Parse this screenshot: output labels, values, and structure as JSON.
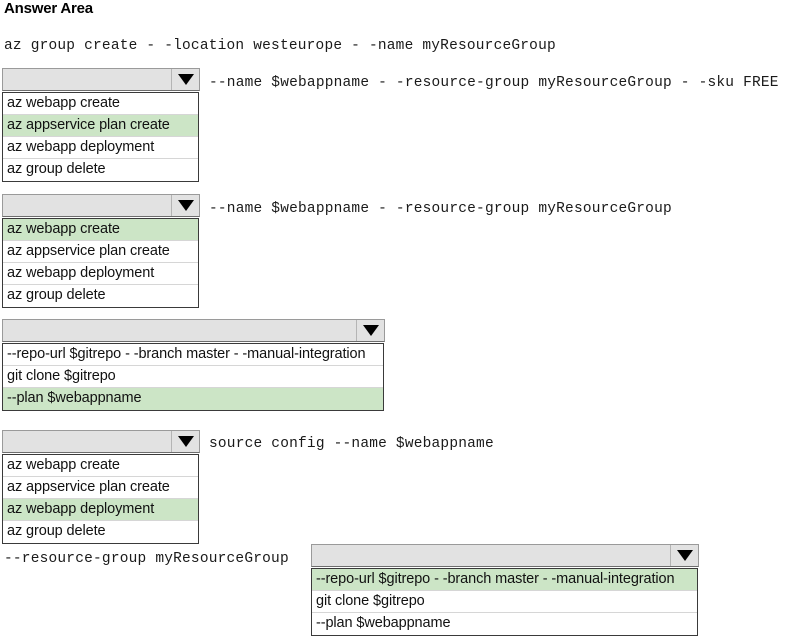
{
  "page": {
    "title": "Answer Area"
  },
  "command_lines": [
    {
      "id": "line1",
      "text": "az group create - -location westeurope - -name myResourceGroup"
    },
    {
      "id": "line2",
      "text": "--name $webappname - -resource-group myResourceGroup - -sku FREE"
    },
    {
      "id": "line3",
      "text": "--name $webappname - -resource-group myResourceGroup"
    },
    {
      "id": "line4",
      "text": "source config --name $webappname"
    },
    {
      "id": "line5",
      "text": "--resource-group myResourceGroup"
    }
  ],
  "dropdowns": [
    {
      "id": "dropdown-1",
      "selected_value": "",
      "arrow_icon": "chevron-down-icon",
      "options": [
        {
          "label": "az webapp create",
          "selected": false
        },
        {
          "label": "az appservice plan create",
          "selected": true
        },
        {
          "label": "az webapp deployment",
          "selected": false
        },
        {
          "label": "az group delete",
          "selected": false
        }
      ]
    },
    {
      "id": "dropdown-2",
      "selected_value": "",
      "arrow_icon": "chevron-down-icon",
      "options": [
        {
          "label": "az webapp create",
          "selected": true
        },
        {
          "label": "az appservice plan create",
          "selected": false
        },
        {
          "label": "az webapp deployment",
          "selected": false
        },
        {
          "label": "az group delete",
          "selected": false
        }
      ]
    },
    {
      "id": "dropdown-3",
      "selected_value": "",
      "arrow_icon": "chevron-down-icon",
      "options": [
        {
          "label": "--repo-url $gitrepo - -branch master - -manual-integration",
          "selected": false
        },
        {
          "label": "git clone $gitrepo",
          "selected": false
        },
        {
          "label": "--plan $webappname",
          "selected": true
        }
      ]
    },
    {
      "id": "dropdown-4",
      "selected_value": "",
      "arrow_icon": "chevron-down-icon",
      "options": [
        {
          "label": "az webapp create",
          "selected": false
        },
        {
          "label": "az appservice plan create",
          "selected": false
        },
        {
          "label": "az webapp deployment",
          "selected": true
        },
        {
          "label": "az group delete",
          "selected": false
        }
      ]
    },
    {
      "id": "dropdown-5",
      "selected_value": "",
      "arrow_icon": "chevron-down-icon",
      "options": [
        {
          "label": "--repo-url $gitrepo - -branch master - -manual-integration",
          "selected": true
        },
        {
          "label": "git clone $gitrepo",
          "selected": false
        },
        {
          "label": "--plan $webappname",
          "selected": false
        }
      ]
    }
  ],
  "colors": {
    "selection_green": "#cce5c6",
    "combo_face": "#e2e2e2",
    "list_border": "#3a3a3a",
    "text": "#111111"
  }
}
